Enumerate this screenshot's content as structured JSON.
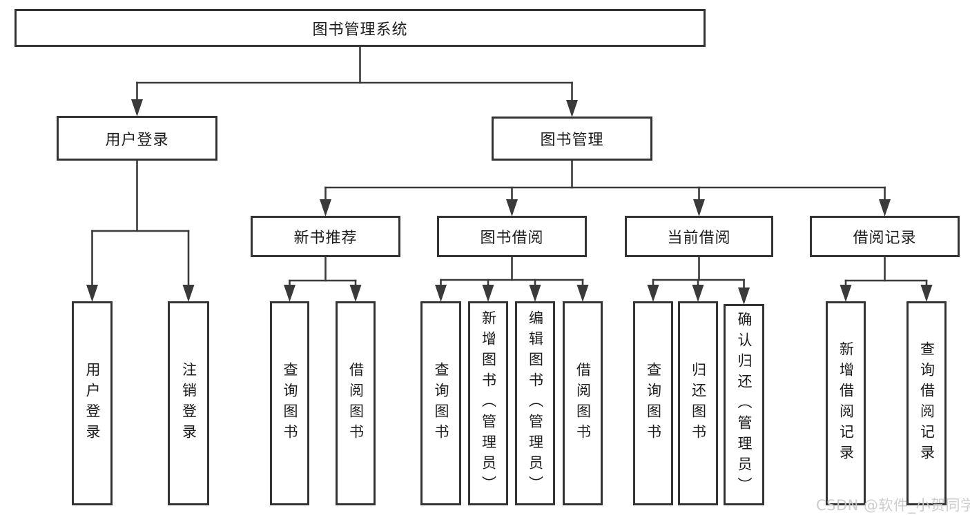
{
  "colors": {
    "line": "#3a3a3a",
    "box_border": "#333333",
    "box_fill": "#ffffff",
    "text": "#1d1d1d",
    "watermark": "#cacaca",
    "background": "#ffffff"
  },
  "watermark": {
    "text": "CSDN @软件_小贺同学"
  },
  "diagram": {
    "title": "图书管理系统",
    "nodes": [
      {
        "id": "root",
        "label": "图书管理系统"
      },
      {
        "id": "login",
        "label": "用户登录"
      },
      {
        "id": "mgmt",
        "label": "图书管理"
      },
      {
        "id": "rec",
        "label": "新书推荐"
      },
      {
        "id": "borrow",
        "label": "图书借阅"
      },
      {
        "id": "current",
        "label": "当前借阅"
      },
      {
        "id": "records",
        "label": "借阅记录"
      },
      {
        "id": "login1",
        "label": "用户登录"
      },
      {
        "id": "login2",
        "label": "注销登录"
      },
      {
        "id": "rec1",
        "label": "查询图书"
      },
      {
        "id": "rec2",
        "label": "借阅图书"
      },
      {
        "id": "bor1",
        "label": "查询图书"
      },
      {
        "id": "bor2",
        "label": "新增图书（管理员）"
      },
      {
        "id": "bor3",
        "label": "编辑图书（管理员）"
      },
      {
        "id": "bor4",
        "label": "借阅图书"
      },
      {
        "id": "cur1",
        "label": "查询图书"
      },
      {
        "id": "cur2",
        "label": "归还图书"
      },
      {
        "id": "cur3",
        "label": "确认归还（管理员）"
      },
      {
        "id": "rcd1",
        "label": "新增借阅记录"
      },
      {
        "id": "rcd2",
        "label": "查询借阅记录"
      }
    ],
    "edges": [
      {
        "from": "root",
        "to": [
          "login",
          "mgmt"
        ]
      },
      {
        "from": "login",
        "to": [
          "login1",
          "login2"
        ]
      },
      {
        "from": "mgmt",
        "to": [
          "rec",
          "borrow",
          "current",
          "records"
        ]
      },
      {
        "from": "rec",
        "to": [
          "rec1",
          "rec2"
        ]
      },
      {
        "from": "borrow",
        "to": [
          "bor1",
          "bor2",
          "bor3",
          "bor4"
        ]
      },
      {
        "from": "current",
        "to": [
          "cur1",
          "cur2",
          "cur3"
        ]
      },
      {
        "from": "records",
        "to": [
          "rcd1",
          "rcd2"
        ]
      }
    ]
  }
}
